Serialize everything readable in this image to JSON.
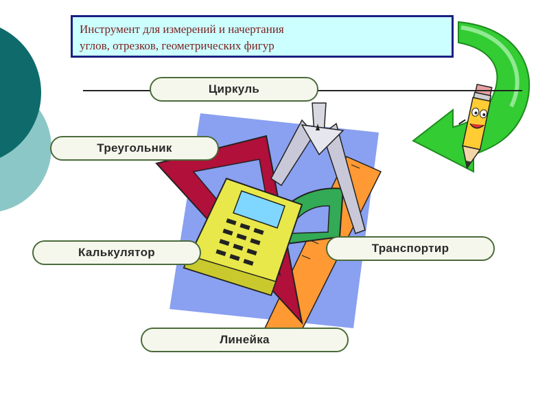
{
  "title_lines": [
    "Инструмент для измерений  и начертания",
    "углов, отрезков, геометрических фигур"
  ],
  "labels": {
    "compass": "Циркуль",
    "triangle": "Треугольник",
    "calculator": "Калькулятор",
    "protractor": "Транспортир",
    "ruler": "Линейка"
  },
  "colors": {
    "title_bg": "#ccffff",
    "title_border": "#1a1f80",
    "title_text": "#7a1f1f",
    "label_border": "#4a6a3a",
    "circle_dark": "#0f6b6b",
    "circle_light": "#8cc7c7",
    "arrow_green": "#33cc33",
    "board_blue": "#8aa0f0"
  },
  "icons": {
    "clipart": "geometry-tools-clipart",
    "arrow": "curved-arrow-icon",
    "mascot": "pencil-mascot-icon"
  }
}
